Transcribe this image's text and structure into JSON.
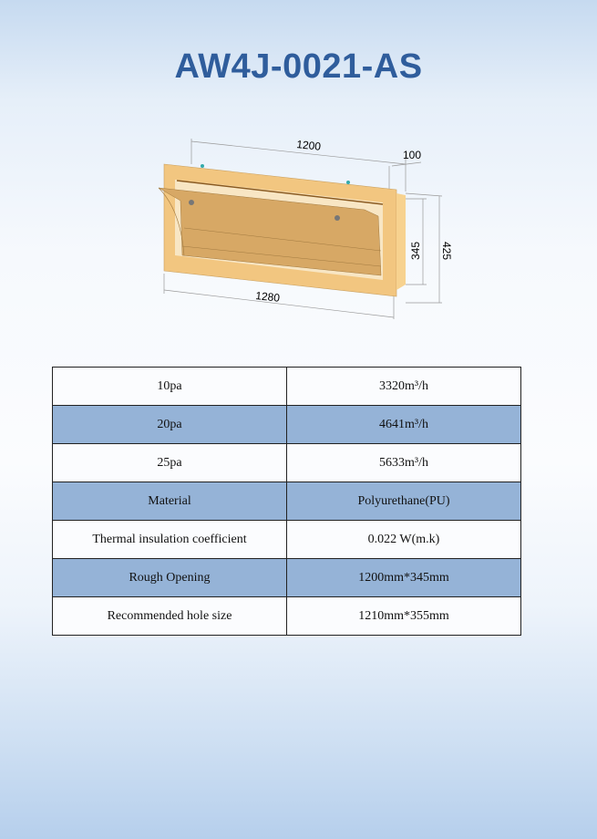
{
  "title": "AW4J-0021-AS",
  "drawing": {
    "dim_width": "1200",
    "dim_depth": "100",
    "dim_height_inner": "345",
    "dim_height_outer": "425",
    "dim_width_outer": "1280"
  },
  "specs": [
    {
      "label": "10pa",
      "value": "3320m³/h"
    },
    {
      "label": "20pa",
      "value": "4641m³/h"
    },
    {
      "label": "25pa",
      "value": "5633m³/h"
    },
    {
      "label": "Material",
      "value": "Polyurethane(PU)"
    },
    {
      "label": "Thermal insulation coefficient",
      "value": "0.022 W(m.k)"
    },
    {
      "label": "Rough Opening",
      "value": "1200mm*345mm"
    },
    {
      "label": "Recommended hole size",
      "value": "1210mm*355mm"
    }
  ]
}
